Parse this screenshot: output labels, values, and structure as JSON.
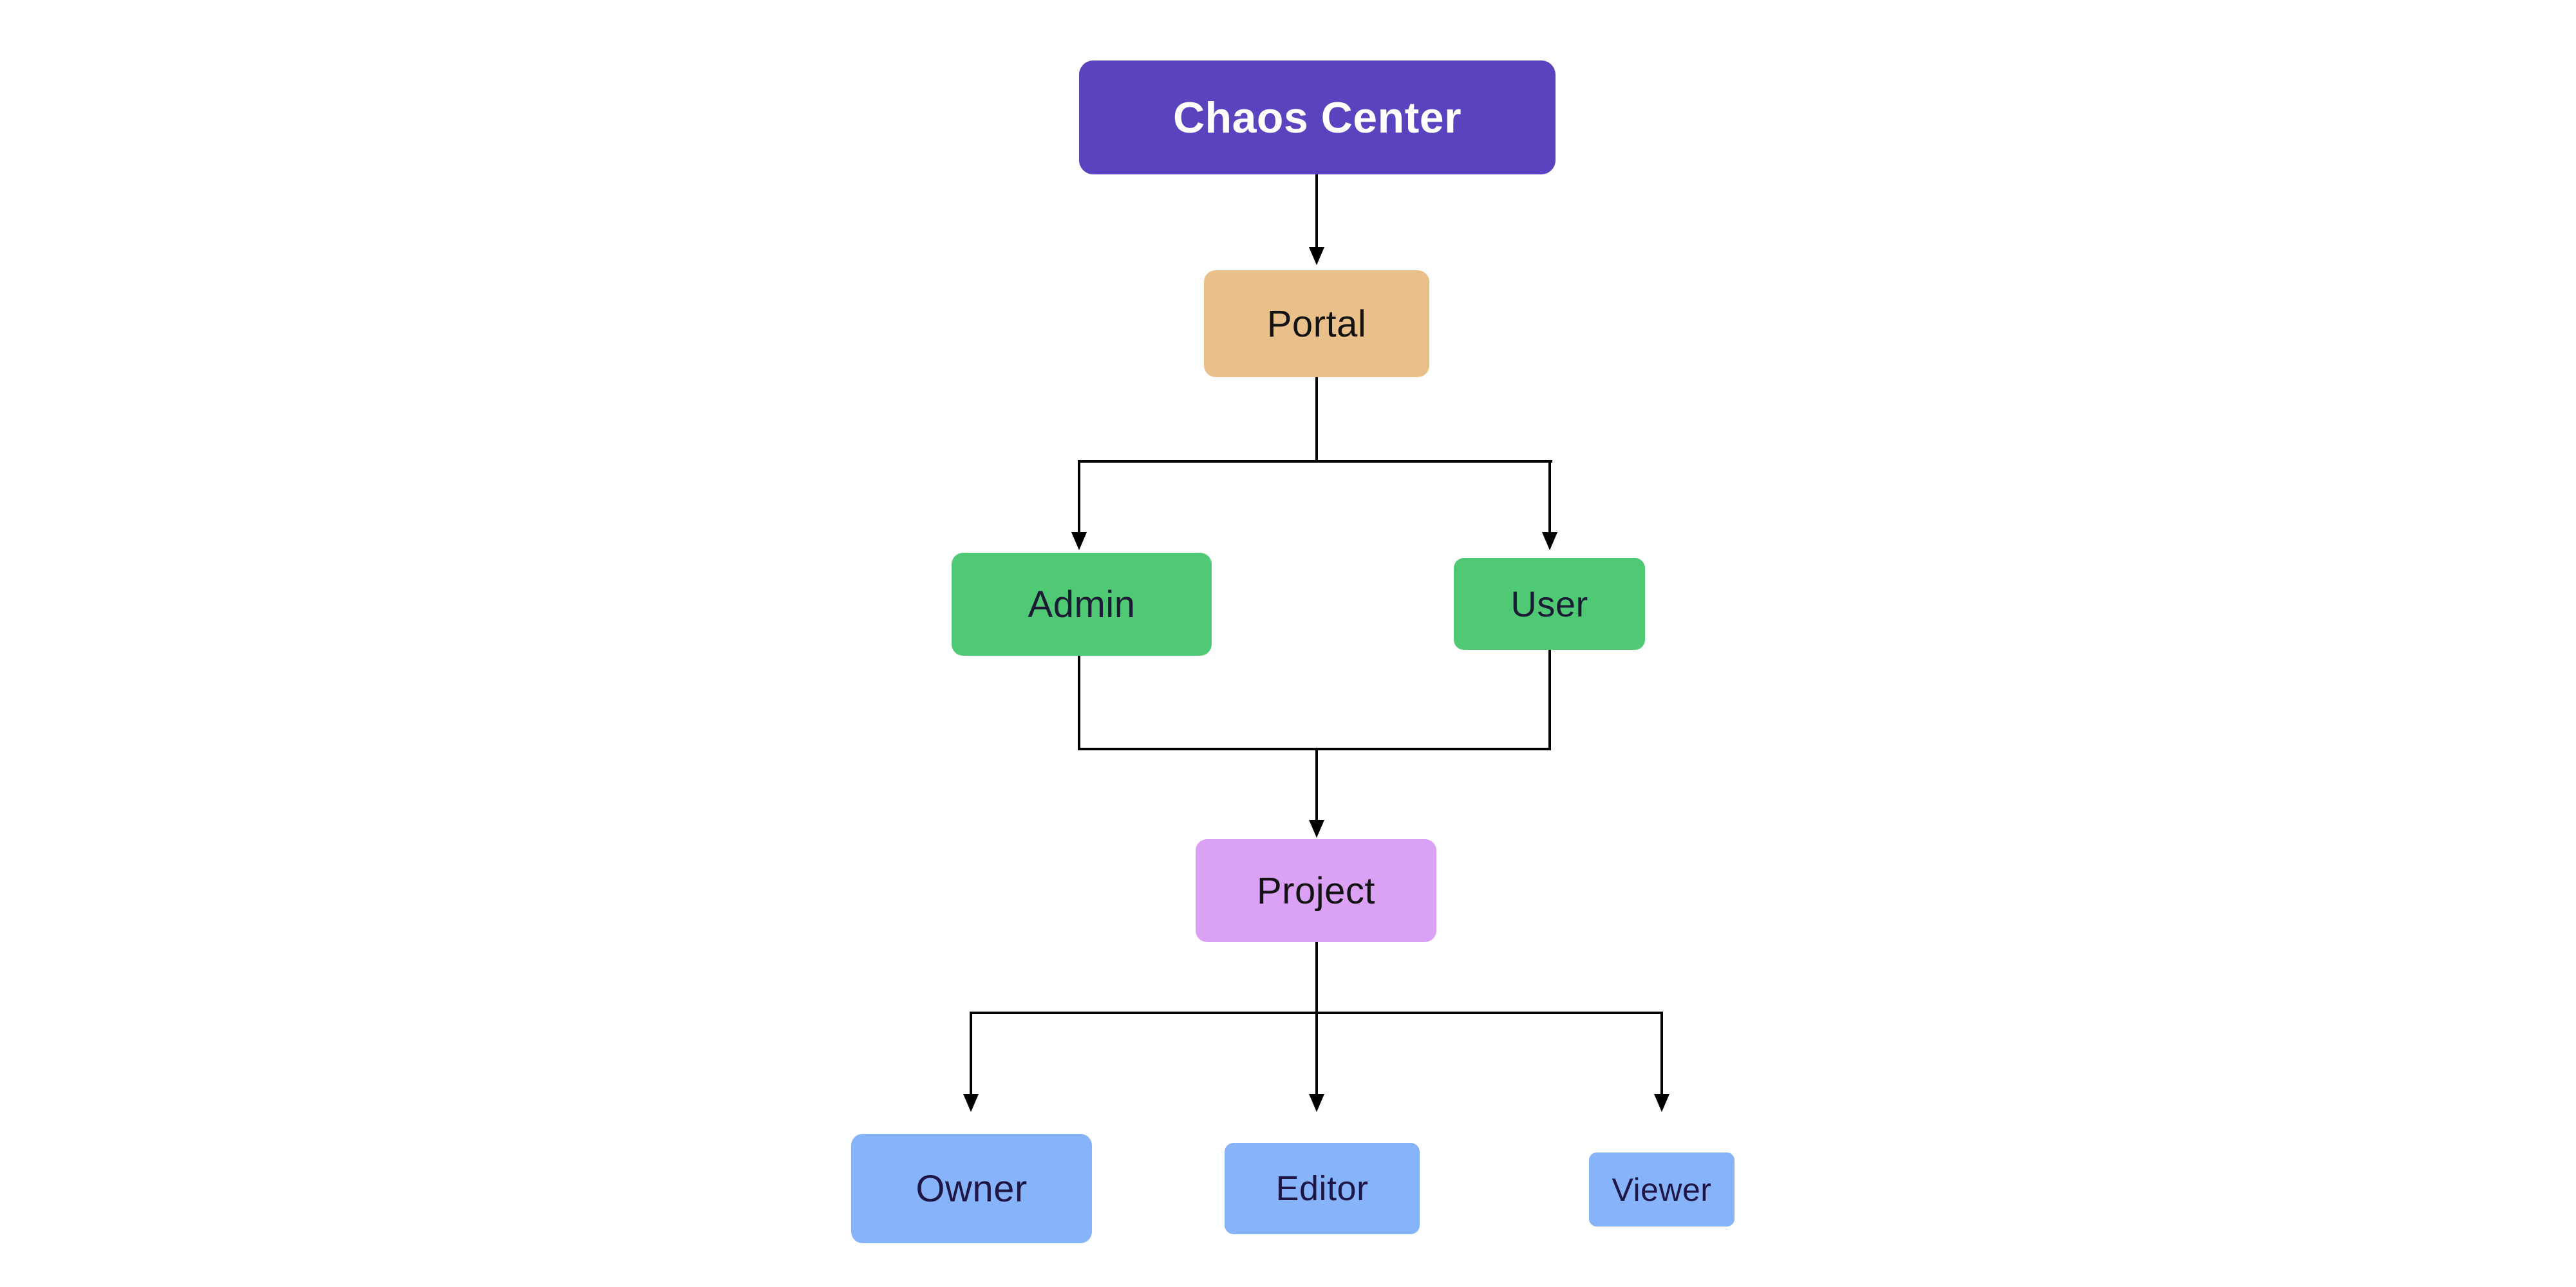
{
  "diagram": {
    "background_color": "#ffffff",
    "connector_color": "#000000",
    "nodes": {
      "chaos_center": {
        "label": "Chaos Center",
        "fill": "#5b43c0",
        "text_color": "#ffffff"
      },
      "portal": {
        "label": "Portal",
        "fill": "#e9c08a",
        "text_color": "#131313"
      },
      "admin": {
        "label": "Admin",
        "fill": "#4fc973",
        "text_color": "#1b1b35"
      },
      "user": {
        "label": "User",
        "fill": "#4fc973",
        "text_color": "#1b1b35"
      },
      "project": {
        "label": "Project",
        "fill": "#daa1f5",
        "text_color": "#131313"
      },
      "owner": {
        "label": "Owner",
        "fill": "#87b3fb",
        "text_color": "#1e1745"
      },
      "editor": {
        "label": "Editor",
        "fill": "#87b3fb",
        "text_color": "#1e1745"
      },
      "viewer": {
        "label": "Viewer",
        "fill": "#87b3fb",
        "text_color": "#1e1745"
      }
    },
    "edges": [
      {
        "from": "Chaos Center",
        "to": "Portal"
      },
      {
        "from": "Portal",
        "to": "Admin"
      },
      {
        "from": "Portal",
        "to": "User"
      },
      {
        "from": "Admin",
        "to": "Project"
      },
      {
        "from": "User",
        "to": "Project"
      },
      {
        "from": "Project",
        "to": "Owner"
      },
      {
        "from": "Project",
        "to": "Editor"
      },
      {
        "from": "Project",
        "to": "Viewer"
      }
    ]
  }
}
